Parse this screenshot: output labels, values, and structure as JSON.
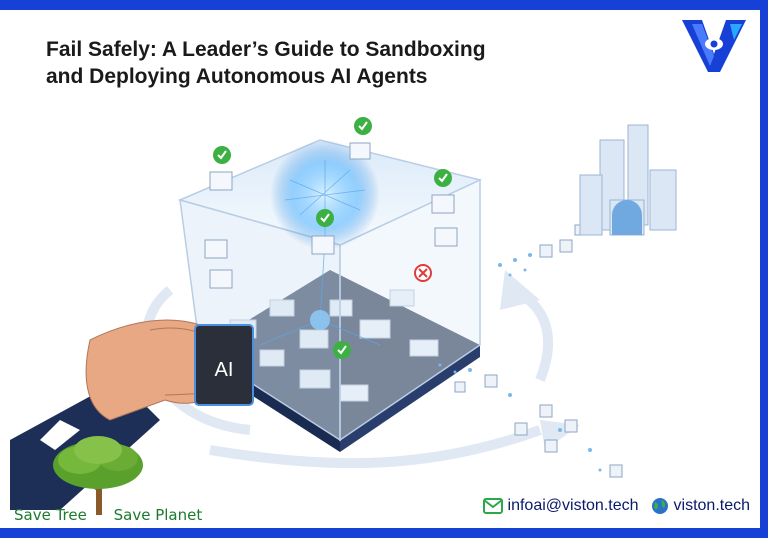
{
  "title": {
    "line1": "Fail Safely: A Leader’s Guide to Sandboxing",
    "line2": "and Deploying Autonomous AI Agents"
  },
  "chip_label": "AI",
  "footer": {
    "slogan_left": "Save Tree",
    "slogan_right": "Save Planet",
    "email": "infoai@viston.tech",
    "website": "viston.tech"
  },
  "colors": {
    "brand_blue": "#1640d6",
    "footer_text": "#0a1a6b",
    "check_green": "#3cb043",
    "reject_red": "#e23b3b"
  },
  "icons": [
    "logo-v-icon",
    "check-icon",
    "reject-icon",
    "mail-icon",
    "globe-icon",
    "tree-icon",
    "city-icon",
    "hand-icon"
  ]
}
